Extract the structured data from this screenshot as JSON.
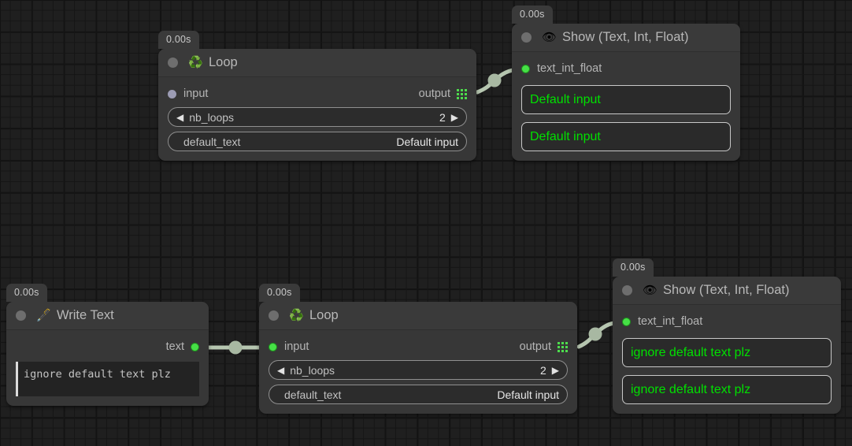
{
  "app": {
    "background_color": "#1f1f1f",
    "grid_line_color": "#151515",
    "accent_green": "#46e046",
    "value_text_green": "#00e000"
  },
  "nodes": [
    {
      "id": "loop-top",
      "time_badge": "0.00s",
      "icon": "recycle-icon",
      "icon_glyph": "♻️",
      "title": "Loop",
      "input_label": "input",
      "input_state": "idle",
      "output_label": "output",
      "params": [
        {
          "name": "nb_loops",
          "value": "2",
          "stepper": true,
          "left_arrow": "◀",
          "right_arrow": "▶"
        },
        {
          "name": "default_text",
          "value": "Default input",
          "stepper": false
        }
      ]
    },
    {
      "id": "show-top",
      "time_badge": "0.00s",
      "icon": "eye-icon",
      "icon_glyph": "👁",
      "title": "Show (Text, Int, Float)",
      "input_label": "text_int_float",
      "input_state": "live",
      "values": [
        "Default input",
        "Default input"
      ]
    },
    {
      "id": "write-text",
      "time_badge": "0.00s",
      "icon": "pen-nib-icon",
      "icon_glyph": "🖋️",
      "title": "Write Text",
      "output_label": "text",
      "output_state": "live",
      "text_value": "ignore default text plz"
    },
    {
      "id": "loop-bottom",
      "time_badge": "0.00s",
      "icon": "recycle-icon",
      "icon_glyph": "♻️",
      "title": "Loop",
      "input_label": "input",
      "input_state": "live",
      "output_label": "output",
      "params": [
        {
          "name": "nb_loops",
          "value": "2",
          "stepper": true,
          "left_arrow": "◀",
          "right_arrow": "▶"
        },
        {
          "name": "default_text",
          "value": "Default input",
          "stepper": false
        }
      ]
    },
    {
      "id": "show-bottom",
      "time_badge": "0.00s",
      "icon": "eye-icon",
      "icon_glyph": "👁",
      "title": "Show (Text, Int, Float)",
      "input_label": "text_int_float",
      "input_state": "live",
      "values": [
        "ignore default text plz",
        "ignore default text plz"
      ]
    }
  ],
  "connections": [
    {
      "id": "loop-top-to-show-top",
      "from": "loop-top.output",
      "to": "show-top.text_int_float"
    },
    {
      "id": "write-text-to-loop-bottom",
      "from": "write-text.text",
      "to": "loop-bottom.input"
    },
    {
      "id": "loop-bottom-to-show-bottom",
      "from": "loop-bottom.output",
      "to": "show-bottom.text_int_float"
    }
  ]
}
